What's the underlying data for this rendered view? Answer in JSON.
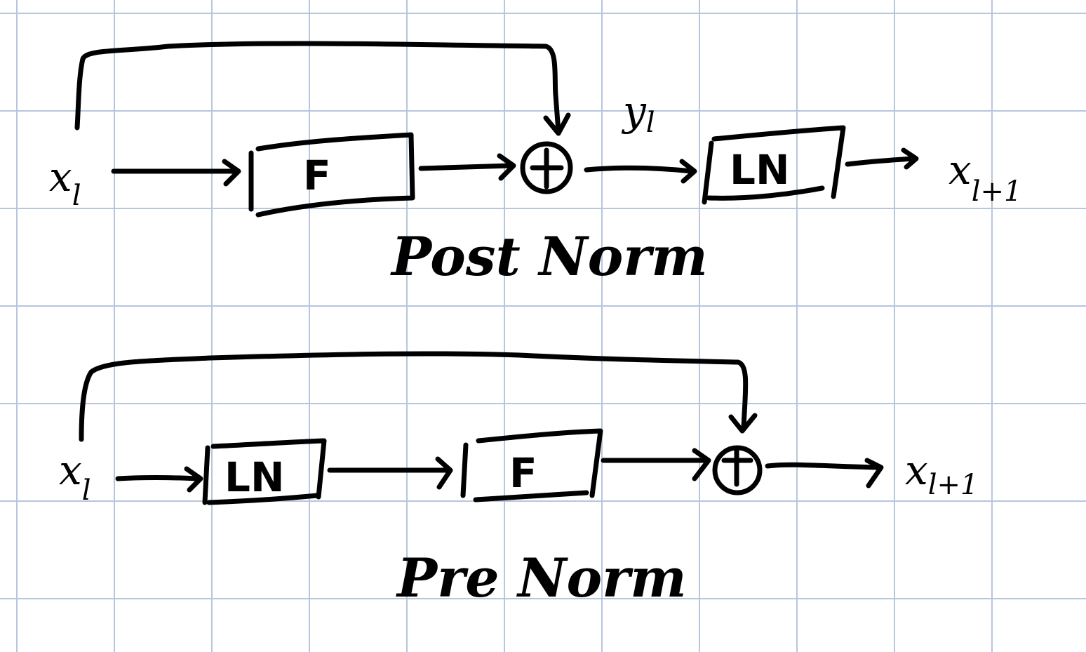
{
  "post_norm": {
    "caption": "Post Norm",
    "input": {
      "var": "x",
      "sub": "l"
    },
    "f_box": "F",
    "ln_box": "LN",
    "intermediate": {
      "var": "y",
      "sub": "l"
    },
    "output": {
      "var": "x",
      "sub": "l+1"
    }
  },
  "pre_norm": {
    "caption": "Pre Norm",
    "input": {
      "var": "x",
      "sub": "l"
    },
    "ln_box": "LN",
    "f_box": "F",
    "output": {
      "var": "x",
      "sub": "l+1"
    }
  }
}
